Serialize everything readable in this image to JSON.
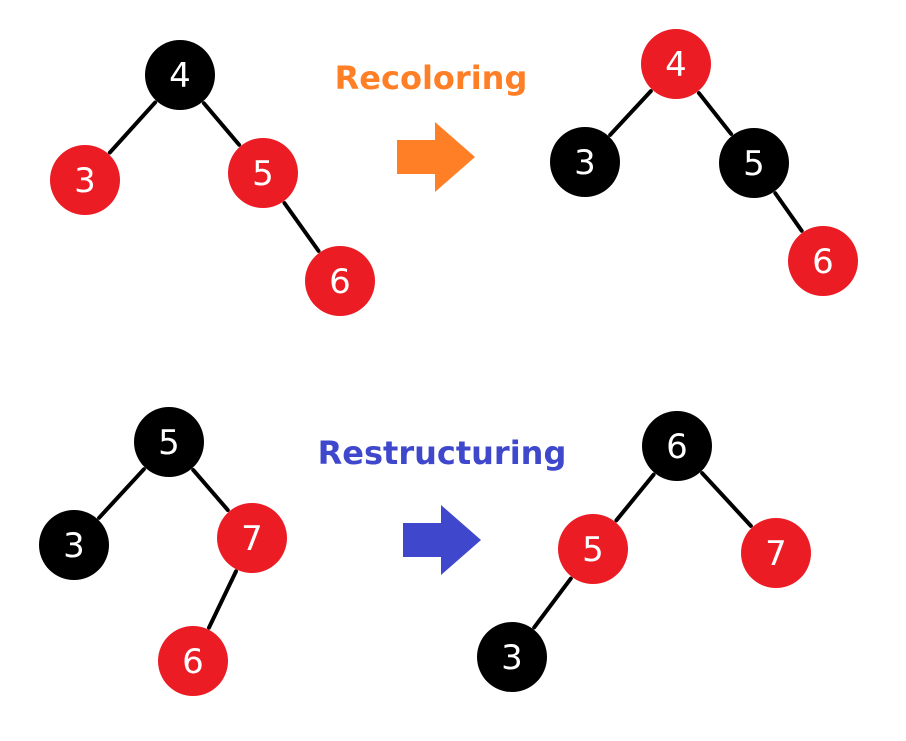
{
  "colors": {
    "red": "#ec1c24",
    "black": "#000000",
    "recolor_accent": "#ff7f27",
    "restructure_accent": "#3f48cc"
  },
  "steps": [
    {
      "title": "Recoloring",
      "accent": "#ff7f27",
      "arrow_icon": "right-arrow-icon",
      "before": {
        "nodes": [
          {
            "id": "n4",
            "label": "4",
            "color": "black"
          },
          {
            "id": "n3",
            "label": "3",
            "color": "red"
          },
          {
            "id": "n5",
            "label": "5",
            "color": "red"
          },
          {
            "id": "n6",
            "label": "6",
            "color": "red"
          }
        ],
        "edges": [
          [
            "n4",
            "n3"
          ],
          [
            "n4",
            "n5"
          ],
          [
            "n5",
            "n6"
          ]
        ]
      },
      "after": {
        "nodes": [
          {
            "id": "n4",
            "label": "4",
            "color": "red"
          },
          {
            "id": "n3",
            "label": "3",
            "color": "black"
          },
          {
            "id": "n5",
            "label": "5",
            "color": "black"
          },
          {
            "id": "n6",
            "label": "6",
            "color": "red"
          }
        ],
        "edges": [
          [
            "n4",
            "n3"
          ],
          [
            "n4",
            "n5"
          ],
          [
            "n5",
            "n6"
          ]
        ]
      }
    },
    {
      "title": "Restructuring",
      "accent": "#3f48cc",
      "arrow_icon": "right-arrow-icon",
      "before": {
        "nodes": [
          {
            "id": "n5",
            "label": "5",
            "color": "black"
          },
          {
            "id": "n3",
            "label": "3",
            "color": "black"
          },
          {
            "id": "n7",
            "label": "7",
            "color": "red"
          },
          {
            "id": "n6",
            "label": "6",
            "color": "red"
          }
        ],
        "edges": [
          [
            "n5",
            "n3"
          ],
          [
            "n5",
            "n7"
          ],
          [
            "n7",
            "n6"
          ]
        ]
      },
      "after": {
        "nodes": [
          {
            "id": "n6",
            "label": "6",
            "color": "black"
          },
          {
            "id": "n5",
            "label": "5",
            "color": "red"
          },
          {
            "id": "n7",
            "label": "7",
            "color": "red"
          },
          {
            "id": "n3",
            "label": "3",
            "color": "black"
          }
        ],
        "edges": [
          [
            "n6",
            "n5"
          ],
          [
            "n6",
            "n7"
          ],
          [
            "n5",
            "n3"
          ]
        ]
      }
    }
  ]
}
